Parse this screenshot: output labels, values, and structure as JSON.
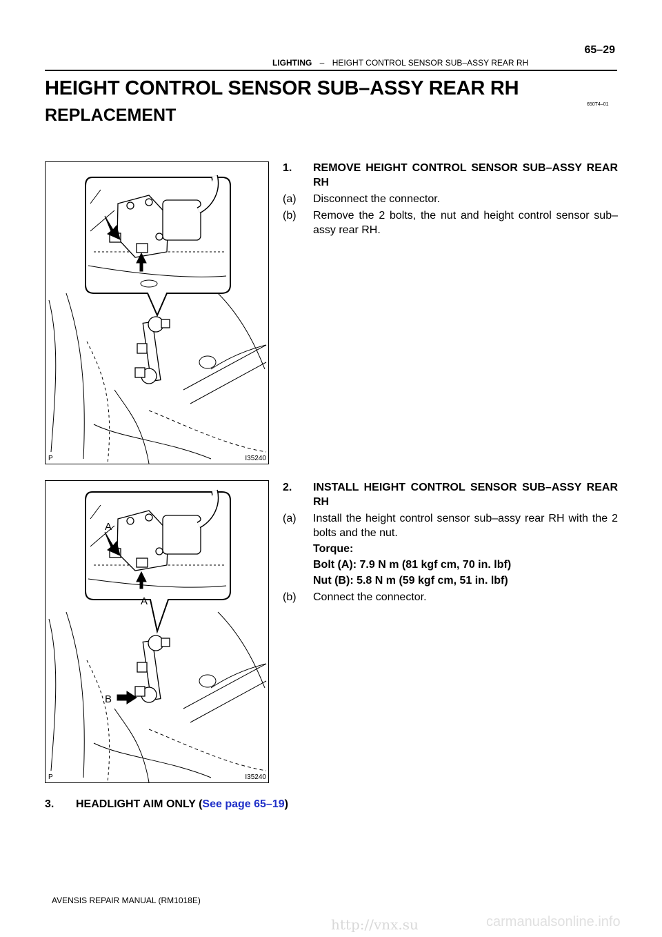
{
  "header": {
    "section": "LIGHTING",
    "dash": "–",
    "topic": "HEIGHT CONTROL SENSOR SUB–ASSY REAR RH",
    "page": "65–29"
  },
  "title": "HEIGHT CONTROL SENSOR SUB–ASSY REAR RH",
  "subtitle": "REPLACEMENT",
  "code": "650T4–01",
  "figure1": {
    "corner_label": "P",
    "id": "I35240"
  },
  "figure2": {
    "corner_label": "P",
    "id": "I35240",
    "callouts": [
      "A",
      "A",
      "B"
    ]
  },
  "step1": {
    "num": "1.",
    "title": "REMOVE HEIGHT CONTROL SENSOR SUB–ASSY REAR RH",
    "a_label": "(a)",
    "a_text": "Disconnect the connector.",
    "b_label": "(b)",
    "b_text": "Remove the 2 bolts, the nut and height control sensor sub–assy rear RH."
  },
  "step2": {
    "num": "2.",
    "title": "INSTALL HEIGHT CONTROL SENSOR SUB–ASSY REAR RH",
    "a_label": "(a)",
    "a_text": "Install the height control sensor sub–assy rear RH with the 2 bolts and the nut.",
    "torque_label": "Torque:",
    "torque_a": "Bolt (A): 7.9 N m (81 kgf cm, 70 in. lbf)",
    "torque_b": "Nut (B): 5.8 N m (59 kgf cm, 51 in. lbf)",
    "b_label": "(b)",
    "b_text": "Connect the connector."
  },
  "step3": {
    "num": "3.",
    "text": "HEADLIGHT AIM ONLY (",
    "link": "See page 65–19",
    "close": ")"
  },
  "footer": "AVENSIS REPAIR MANUAL   (RM1018E)",
  "watermark": "carmanualsonline.info",
  "watermark2": "http://vnx.su"
}
